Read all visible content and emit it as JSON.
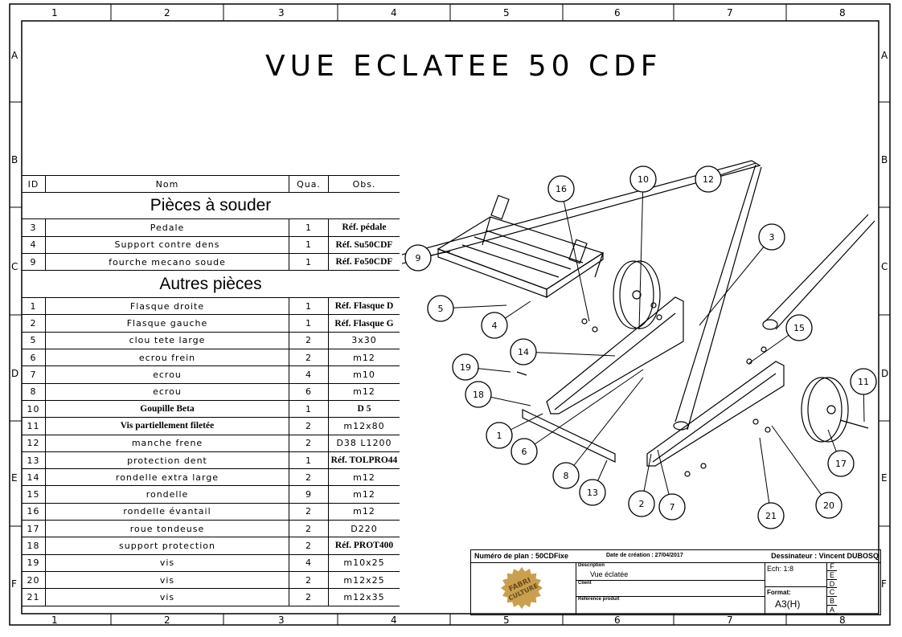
{
  "title": "VUE ECLATEE 50 CDF",
  "border": {
    "columns": [
      "1",
      "2",
      "3",
      "4",
      "5",
      "6",
      "7",
      "8"
    ],
    "rows": [
      "A",
      "B",
      "C",
      "D",
      "E",
      "F"
    ]
  },
  "table": {
    "headers": {
      "id": "ID",
      "nom": "Nom",
      "qua": "Qua.",
      "obs": "Obs."
    },
    "section_welded": "Pièces à souder",
    "welded": [
      {
        "id": "3",
        "nom": "Pedale",
        "qua": "1",
        "obs": "Réf. pédale"
      },
      {
        "id": "4",
        "nom": "Support contre dens",
        "qua": "1",
        "obs": "Réf. Su50CDF"
      },
      {
        "id": "9",
        "nom": "fourche mecano soude",
        "qua": "1",
        "obs": "Réf. Fo50CDF"
      }
    ],
    "section_other": "Autres pièces",
    "other": [
      {
        "id": "1",
        "nom": "Flasque droite",
        "qua": "1",
        "obs": "Réf. Flasque D"
      },
      {
        "id": "2",
        "nom": "Flasque gauche",
        "qua": "1",
        "obs": "Réf. Flasque G"
      },
      {
        "id": "5",
        "nom": "clou tete large",
        "qua": "2",
        "obs": "3x30"
      },
      {
        "id": "6",
        "nom": "ecrou frein",
        "qua": "2",
        "obs": "m12"
      },
      {
        "id": "7",
        "nom": "ecrou",
        "qua": "4",
        "obs": "m10"
      },
      {
        "id": "8",
        "nom": "ecrou",
        "qua": "6",
        "obs": "m12"
      },
      {
        "id": "10",
        "nom": "Goupille Beta",
        "qua": "1",
        "obs": "D 5"
      },
      {
        "id": "11",
        "nom": "Vis partiellement  filetée",
        "qua": "2",
        "obs": "m12x80"
      },
      {
        "id": "12",
        "nom": "manche frene",
        "qua": "2",
        "obs": "D38 L1200"
      },
      {
        "id": "13",
        "nom": "protection dent",
        "qua": "1",
        "obs": "Réf. TOLPRO44"
      },
      {
        "id": "14",
        "nom": "rondelle extra large",
        "qua": "2",
        "obs": "m12"
      },
      {
        "id": "15",
        "nom": "rondelle",
        "qua": "9",
        "obs": "m12"
      },
      {
        "id": "16",
        "nom": "rondelle évantail",
        "qua": "2",
        "obs": "m12"
      },
      {
        "id": "17",
        "nom": "roue tondeuse",
        "qua": "2",
        "obs": "D220"
      },
      {
        "id": "18",
        "nom": "support protection",
        "qua": "2",
        "obs": "Réf. PROT400"
      },
      {
        "id": "19",
        "nom": "vis",
        "qua": "4",
        "obs": "m10x25"
      },
      {
        "id": "20",
        "nom": "vis",
        "qua": "2",
        "obs": "m12x25"
      },
      {
        "id": "21",
        "nom": "vis",
        "qua": "2",
        "obs": "m12x35"
      }
    ]
  },
  "balloons": [
    "1",
    "2",
    "3",
    "4",
    "5",
    "6",
    "7",
    "8",
    "9",
    "10",
    "11",
    "12",
    "13",
    "14",
    "15",
    "16",
    "17",
    "18",
    "19",
    "20",
    "21"
  ],
  "title_block": {
    "plan_number": "Numéro de plan : 50CDFixe",
    "creation_date": "Date de création : 27/04/2017",
    "designer": "Dessinateur : Vincent DUBOSQ",
    "description_label": "Description",
    "description_value": "Vue éclatée",
    "client_label": "Client",
    "reference_label": "Reference produit",
    "scale": "Ech: 1:8",
    "format_label": "Format:",
    "format_value": "A3(H)",
    "revisions": [
      "F",
      "E",
      "D",
      "C",
      "B",
      "A"
    ],
    "logo_text": [
      "FABRI",
      "CULTURE"
    ]
  },
  "colors": {
    "logo": "#c8a050",
    "line": "#000000"
  }
}
